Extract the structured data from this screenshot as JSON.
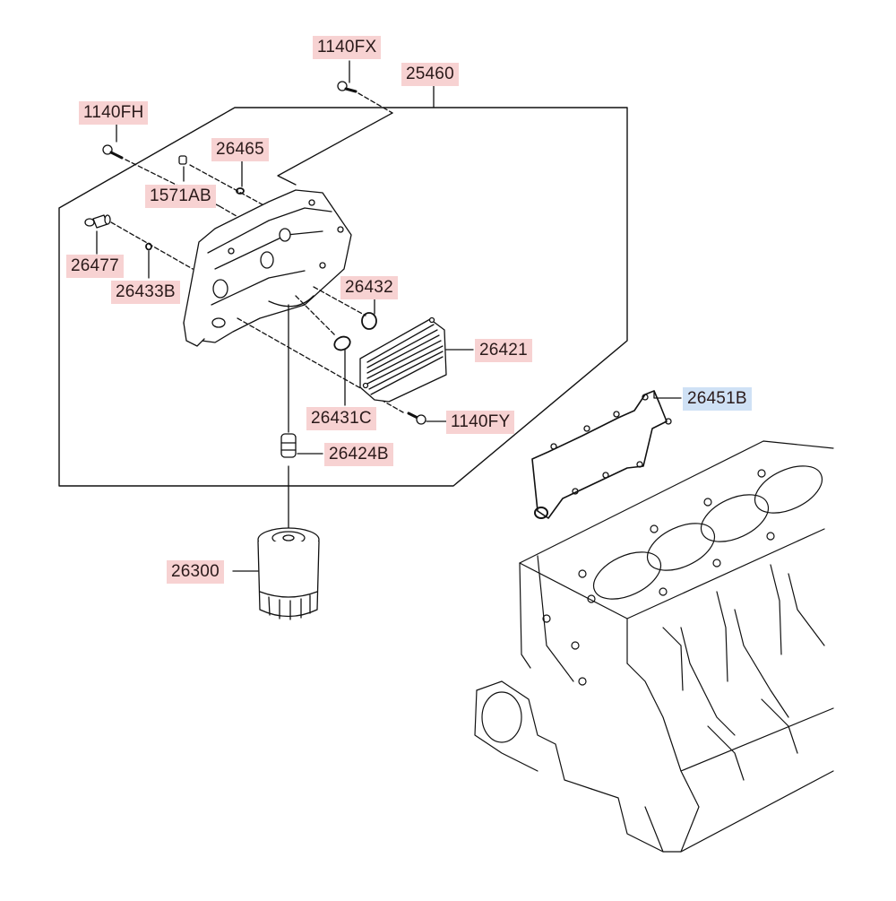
{
  "diagram": {
    "title": "Oil cooler / oil filter housing assembly",
    "colors": {
      "label_default": "#f7d2d2",
      "label_highlight": "#cfe1f5",
      "line": "#111111"
    },
    "labels": [
      {
        "id": "1140FX",
        "text": "1140FX",
        "highlight": false
      },
      {
        "id": "25460",
        "text": "25460",
        "highlight": false
      },
      {
        "id": "1140FH",
        "text": "1140FH",
        "highlight": false
      },
      {
        "id": "26465",
        "text": "26465",
        "highlight": false
      },
      {
        "id": "1571AB",
        "text": "1571AB",
        "highlight": false
      },
      {
        "id": "26477",
        "text": "26477",
        "highlight": false
      },
      {
        "id": "26433B",
        "text": "26433B",
        "highlight": false
      },
      {
        "id": "26432",
        "text": "26432",
        "highlight": false
      },
      {
        "id": "26421",
        "text": "26421",
        "highlight": false
      },
      {
        "id": "26451B",
        "text": "26451B",
        "highlight": true
      },
      {
        "id": "26431C",
        "text": "26431C",
        "highlight": false
      },
      {
        "id": "1140FY",
        "text": "1140FY",
        "highlight": false
      },
      {
        "id": "26424B",
        "text": "26424B",
        "highlight": false
      },
      {
        "id": "26300",
        "text": "26300",
        "highlight": false
      }
    ],
    "components": [
      {
        "name": "bolt-1140fx"
      },
      {
        "name": "bolt-1140fh"
      },
      {
        "name": "plug-1571ab"
      },
      {
        "name": "o-ring-26465"
      },
      {
        "name": "fitting-26477"
      },
      {
        "name": "o-ring-26433b"
      },
      {
        "name": "oil-filter-housing"
      },
      {
        "name": "o-ring-26432"
      },
      {
        "name": "o-ring-26431c"
      },
      {
        "name": "oil-cooler-26421"
      },
      {
        "name": "bolt-1140fy"
      },
      {
        "name": "connector-26424b"
      },
      {
        "name": "oil-filter-26300"
      },
      {
        "name": "gasket-26451b"
      },
      {
        "name": "cylinder-block"
      }
    ]
  }
}
